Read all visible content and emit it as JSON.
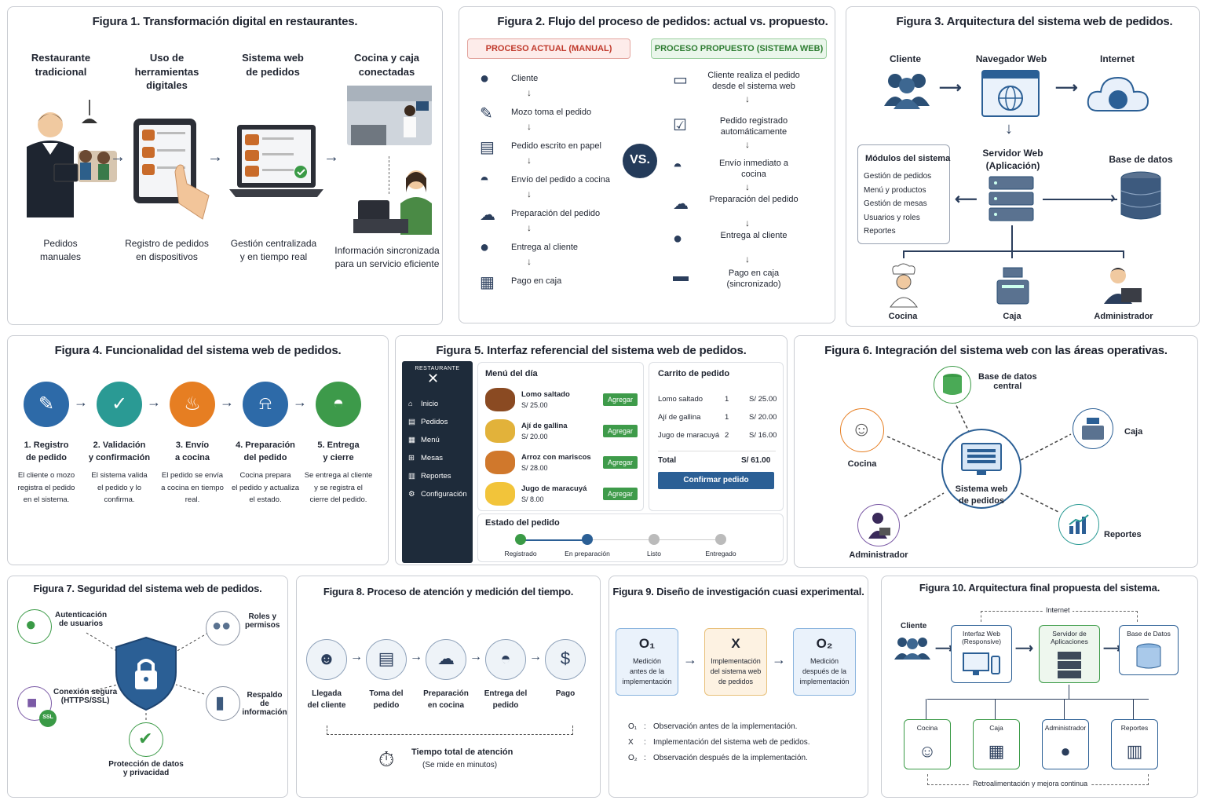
{
  "fig1": {
    "title": "Figura 1.  Transformación digital en restaurantes.",
    "steps": [
      {
        "top": "Restaurante\ntradicional",
        "bottom": "Pedidos\nmanuales"
      },
      {
        "top": "Uso de\nherramientas\ndigitales",
        "bottom": "Registro de pedidos\nen dispositivos"
      },
      {
        "top": "Sistema web\nde pedidos",
        "bottom": "Gestión centralizada\ny en tiempo real"
      },
      {
        "top": "Cocina y caja\nconectadas",
        "bottom": "Información sincronizada\npara un servicio eficiente"
      }
    ]
  },
  "fig2": {
    "title": "Figura 2.  Flujo del proceso de pedidos: actual vs. propuesto.",
    "left_header": "PROCESO ACTUAL (MANUAL)",
    "right_header": "PROCESO PROPUESTO (SISTEMA WEB)",
    "vs": "VS.",
    "left_steps": [
      "Cliente",
      "Mozo toma el pedido",
      "Pedido escrito en papel",
      "Envío del pedido a cocina",
      "Preparación del pedido",
      "Entrega al cliente",
      "Pago en caja"
    ],
    "right_steps": [
      "Cliente realiza el pedido\ndesde el sistema web",
      "Pedido registrado\nautomáticamente",
      "Envío inmediato a cocina",
      "Preparación del pedido",
      "Entrega al cliente",
      "Pago en caja\n(sincronizado)"
    ],
    "left_color": "#c0392b",
    "right_color": "#2e7d32"
  },
  "fig3": {
    "title": "Figura 3.  Arquitectura del sistema web de pedidos.",
    "cliente": "Cliente",
    "navegador": "Navegador Web",
    "internet": "Internet",
    "modulos_title": "Módulos del sistema",
    "modulos": [
      "Gestión de pedidos",
      "Menú y productos",
      "Gestión de mesas",
      "Usuarios y roles",
      "Reportes"
    ],
    "servidor": "Servidor Web\n(Aplicación)",
    "bd": "Base de datos",
    "cocina": "Cocina",
    "caja": "Caja",
    "admin": "Administrador"
  },
  "fig4": {
    "title": "Figura 4.  Funcionalidad del sistema web de pedidos.",
    "steps": [
      {
        "title": "1. Registro\nde pedido",
        "desc": "El cliente o mozo\nregistra el pedido\nen el sistema.",
        "color": "#2d6aa8"
      },
      {
        "title": "2. Validación\ny confirmación",
        "desc": "El sistema valida\nel pedido y lo\nconfirma.",
        "color": "#2a9a94"
      },
      {
        "title": "3. Envío\na cocina",
        "desc": "El pedido se envía\na cocina en tiempo\nreal.",
        "color": "#e67e22"
      },
      {
        "title": "4. Preparación\ndel pedido",
        "desc": "Cocina prepara\nel pedido y actualiza\nel estado.",
        "color": "#2d6aa8"
      },
      {
        "title": "5. Entrega\ny cierre",
        "desc": "Se entrega al cliente\ny se registra el\ncierre del pedido.",
        "color": "#3d9a4a"
      }
    ]
  },
  "fig5": {
    "title": "Figura 5.  Interfaz referencial del sistema web de pedidos.",
    "brand": "RESTAURANTE",
    "menu": [
      "Inicio",
      "Pedidos",
      "Menú",
      "Mesas",
      "Reportes",
      "Configuración"
    ],
    "menu_title": "Menú del día",
    "dishes": [
      {
        "name": "Lomo saltado",
        "price": "S/ 25.00"
      },
      {
        "name": "Ají de gallina",
        "price": "S/ 20.00"
      },
      {
        "name": "Arroz con mariscos",
        "price": "S/ 28.00"
      },
      {
        "name": "Jugo de maracuyá",
        "price": "S/ 8.00"
      }
    ],
    "add_label": "Agregar",
    "cart_title": "Carrito de pedido",
    "cart": [
      {
        "name": "Lomo saltado",
        "qty": "1",
        "price": "S/ 25.00"
      },
      {
        "name": "Ají de gallina",
        "qty": "1",
        "price": "S/ 20.00"
      },
      {
        "name": "Jugo de maracuyá",
        "qty": "2",
        "price": "S/ 16.00"
      }
    ],
    "total_label": "Total",
    "total_value": "S/ 61.00",
    "confirm": "Confirmar pedido",
    "status_title": "Estado del pedido",
    "status": [
      "Registrado",
      "En preparación",
      "Listo",
      "Entregado"
    ]
  },
  "fig6": {
    "title": "Figura 6.  Integración del sistema web con las áreas operativas.",
    "center": "Sistema web\nde pedidos",
    "bd": "Base de datos\ncentral",
    "caja": "Caja",
    "cocina": "Cocina",
    "admin": "Administrador",
    "reportes": "Reportes"
  },
  "fig7": {
    "title": "Figura 7.  Seguridad del sistema web de pedidos.",
    "items": [
      "Autenticación\nde usuarios",
      "Roles y\npermisos",
      "Conexión segura\n(HTTPS/SSL)",
      "Respaldo\nde información",
      "Protección de datos\ny privacidad"
    ],
    "ssl": "SSL"
  },
  "fig8": {
    "title": "Figura 8.  Proceso de atención y medición del tiempo.",
    "steps": [
      "Llegada\ndel cliente",
      "Toma del\npedido",
      "Preparación\nen cocina",
      "Entrega del\npedido",
      "Pago"
    ],
    "total": "Tiempo total de atención",
    "total_sub": "(Se mide en minutos)"
  },
  "fig9": {
    "title": "Figura 9.  Diseño de investigación cuasi experimental.",
    "boxes": [
      {
        "sym": "O₁",
        "text": "Medición\nantes de la\nimplementación"
      },
      {
        "sym": "X",
        "text": "Implementación\ndel sistema web\nde pedidos"
      },
      {
        "sym": "O₂",
        "text": "Medición\ndespués de la\nimplementación"
      }
    ],
    "legend": [
      {
        "sym": "O₁",
        "text": "Observación antes de la implementación."
      },
      {
        "sym": "X",
        "text": "Implementación del sistema web de pedidos."
      },
      {
        "sym": "O₂",
        "text": "Observación después de la implementación."
      }
    ]
  },
  "fig10": {
    "title": "Figura 10.  Arquitectura final propuesta del sistema.",
    "internet": "Internet",
    "cliente": "Cliente",
    "interfaz": "Interfaz Web\n(Responsive)",
    "servidor": "Servidor de\nAplicaciones",
    "bd": "Base de Datos",
    "bottom": [
      "Cocina",
      "Caja",
      "Administrador",
      "Reportes"
    ],
    "feedback": "Retroalimentación y mejora continua"
  }
}
